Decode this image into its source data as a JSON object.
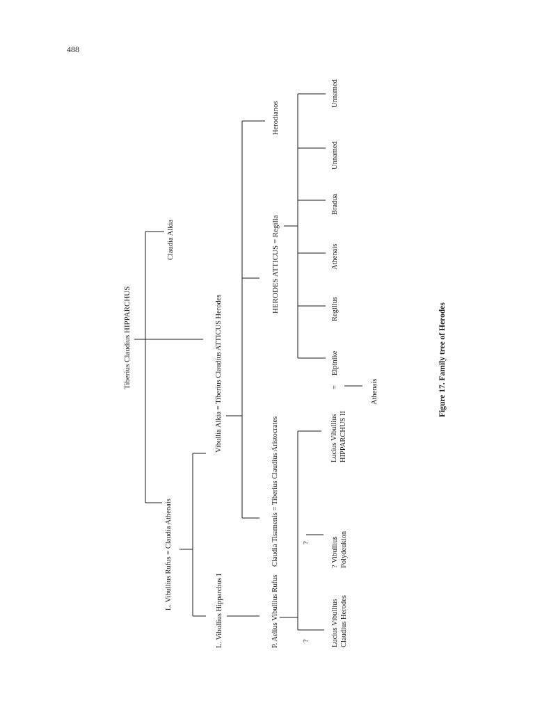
{
  "page_number": "488",
  "caption": "Figure 17. Family tree of Herodes",
  "people": {
    "hipparchus": "Tiberius Claudius HIPPARCHUS",
    "claudia_alkia": "Claudia Alkia",
    "rufus_athenais": "L. Vibullius Rufus = Claudia Athenais",
    "vibullia_atticus": "Vibullia Alkia = Tiberius Claudius ATTICUS Herodes",
    "hipparchus_i": "L. Vibullius Hipparchus I",
    "aelius_rufus": "P. Aelius Vibullius Rufus",
    "tisamenis_aristocrates": "Claudia Tisamenis = Tiberius Claudius Aristocrates",
    "herodes_regilla": "HERODES ATTICUS = Regilla",
    "herodianos": "Herodianos",
    "lucius_herodes_1": "Lucius Vibullius",
    "lucius_herodes_2": "Claudius Herodes",
    "polydeukion_1": "? Vibullius",
    "polydeukion_2": "Polydeukion",
    "lucius_hip_1": "Lucius Vibullius",
    "lucius_hip_2": "HIPPARCHUS II",
    "elpinike": "Elpinike",
    "regillus": "Regillus",
    "athenais_child": "Athenais",
    "bradua": "Bradua",
    "unnamed_1": "Unnamed",
    "unnamed_2": "Unnamed",
    "athenais_grandchild": "Athenais",
    "marriage_sign": "=",
    "q_mark_1": "?",
    "q_mark_2": "?"
  }
}
